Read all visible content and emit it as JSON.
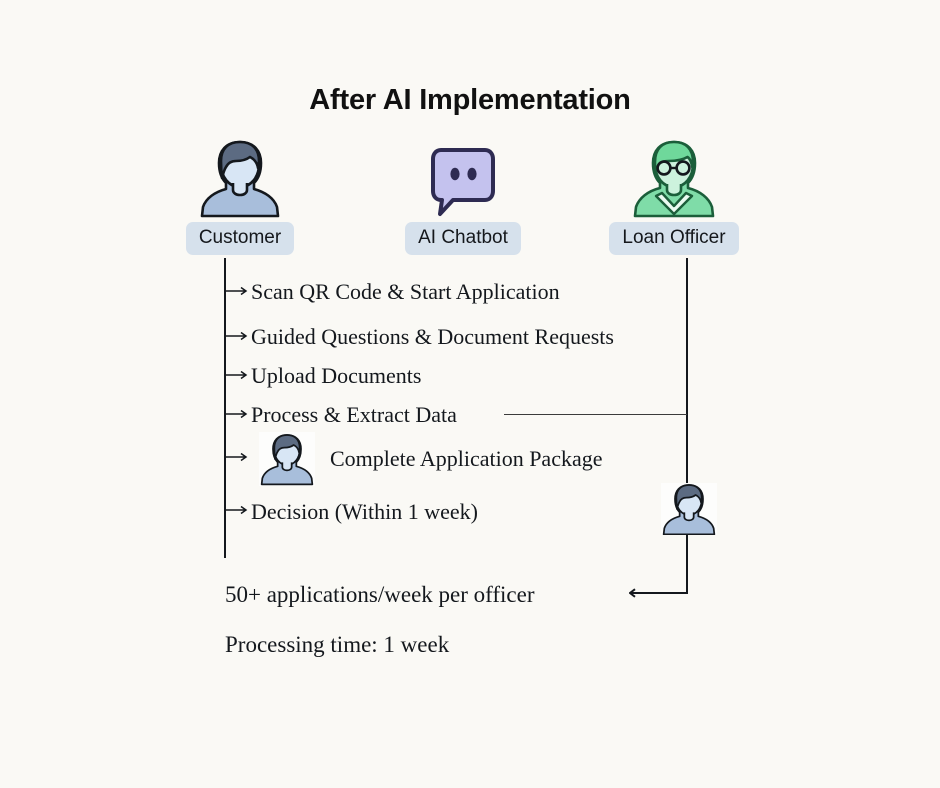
{
  "page": {
    "background_color": "#faf9f5",
    "title": "After AI Implementation"
  },
  "palette": {
    "badge_bg": "#d6e1ec",
    "line": "#14181d",
    "text": "#14181d",
    "customer_hair": "#5c6b82",
    "customer_face": "#d8e6f5",
    "customer_body": "#a8bedb",
    "officer_hair": "#6fd89b",
    "officer_face": "#cdf2dd",
    "officer_body": "#7fdca8",
    "officer_outline": "#1f6b43",
    "chatbot_fill": "#c4c2ee",
    "chatbot_outline": "#2e2b52"
  },
  "actors": [
    {
      "id": "customer",
      "label": "Customer",
      "icon": "customer-avatar-icon"
    },
    {
      "id": "ai-chatbot",
      "label": "AI Chatbot",
      "icon": "chat-bubble-icon"
    },
    {
      "id": "loan-officer",
      "label": "Loan Officer",
      "icon": "loan-officer-avatar-icon"
    }
  ],
  "messages": [
    {
      "id": "m1",
      "text": "Scan QR Code & Start Application"
    },
    {
      "id": "m2",
      "text": "Guided Questions & Document Requests"
    },
    {
      "id": "m3",
      "text": "Upload Documents"
    },
    {
      "id": "m4",
      "text": "Process & Extract Data"
    },
    {
      "id": "m5",
      "text": "Complete Application Package"
    },
    {
      "id": "m6",
      "text": "Decision (Within 1 week)"
    }
  ],
  "notes": [
    {
      "id": "throughput",
      "text": "50+ applications/week per officer"
    },
    {
      "id": "processing-time",
      "text": "Processing time: 1 week"
    }
  ]
}
